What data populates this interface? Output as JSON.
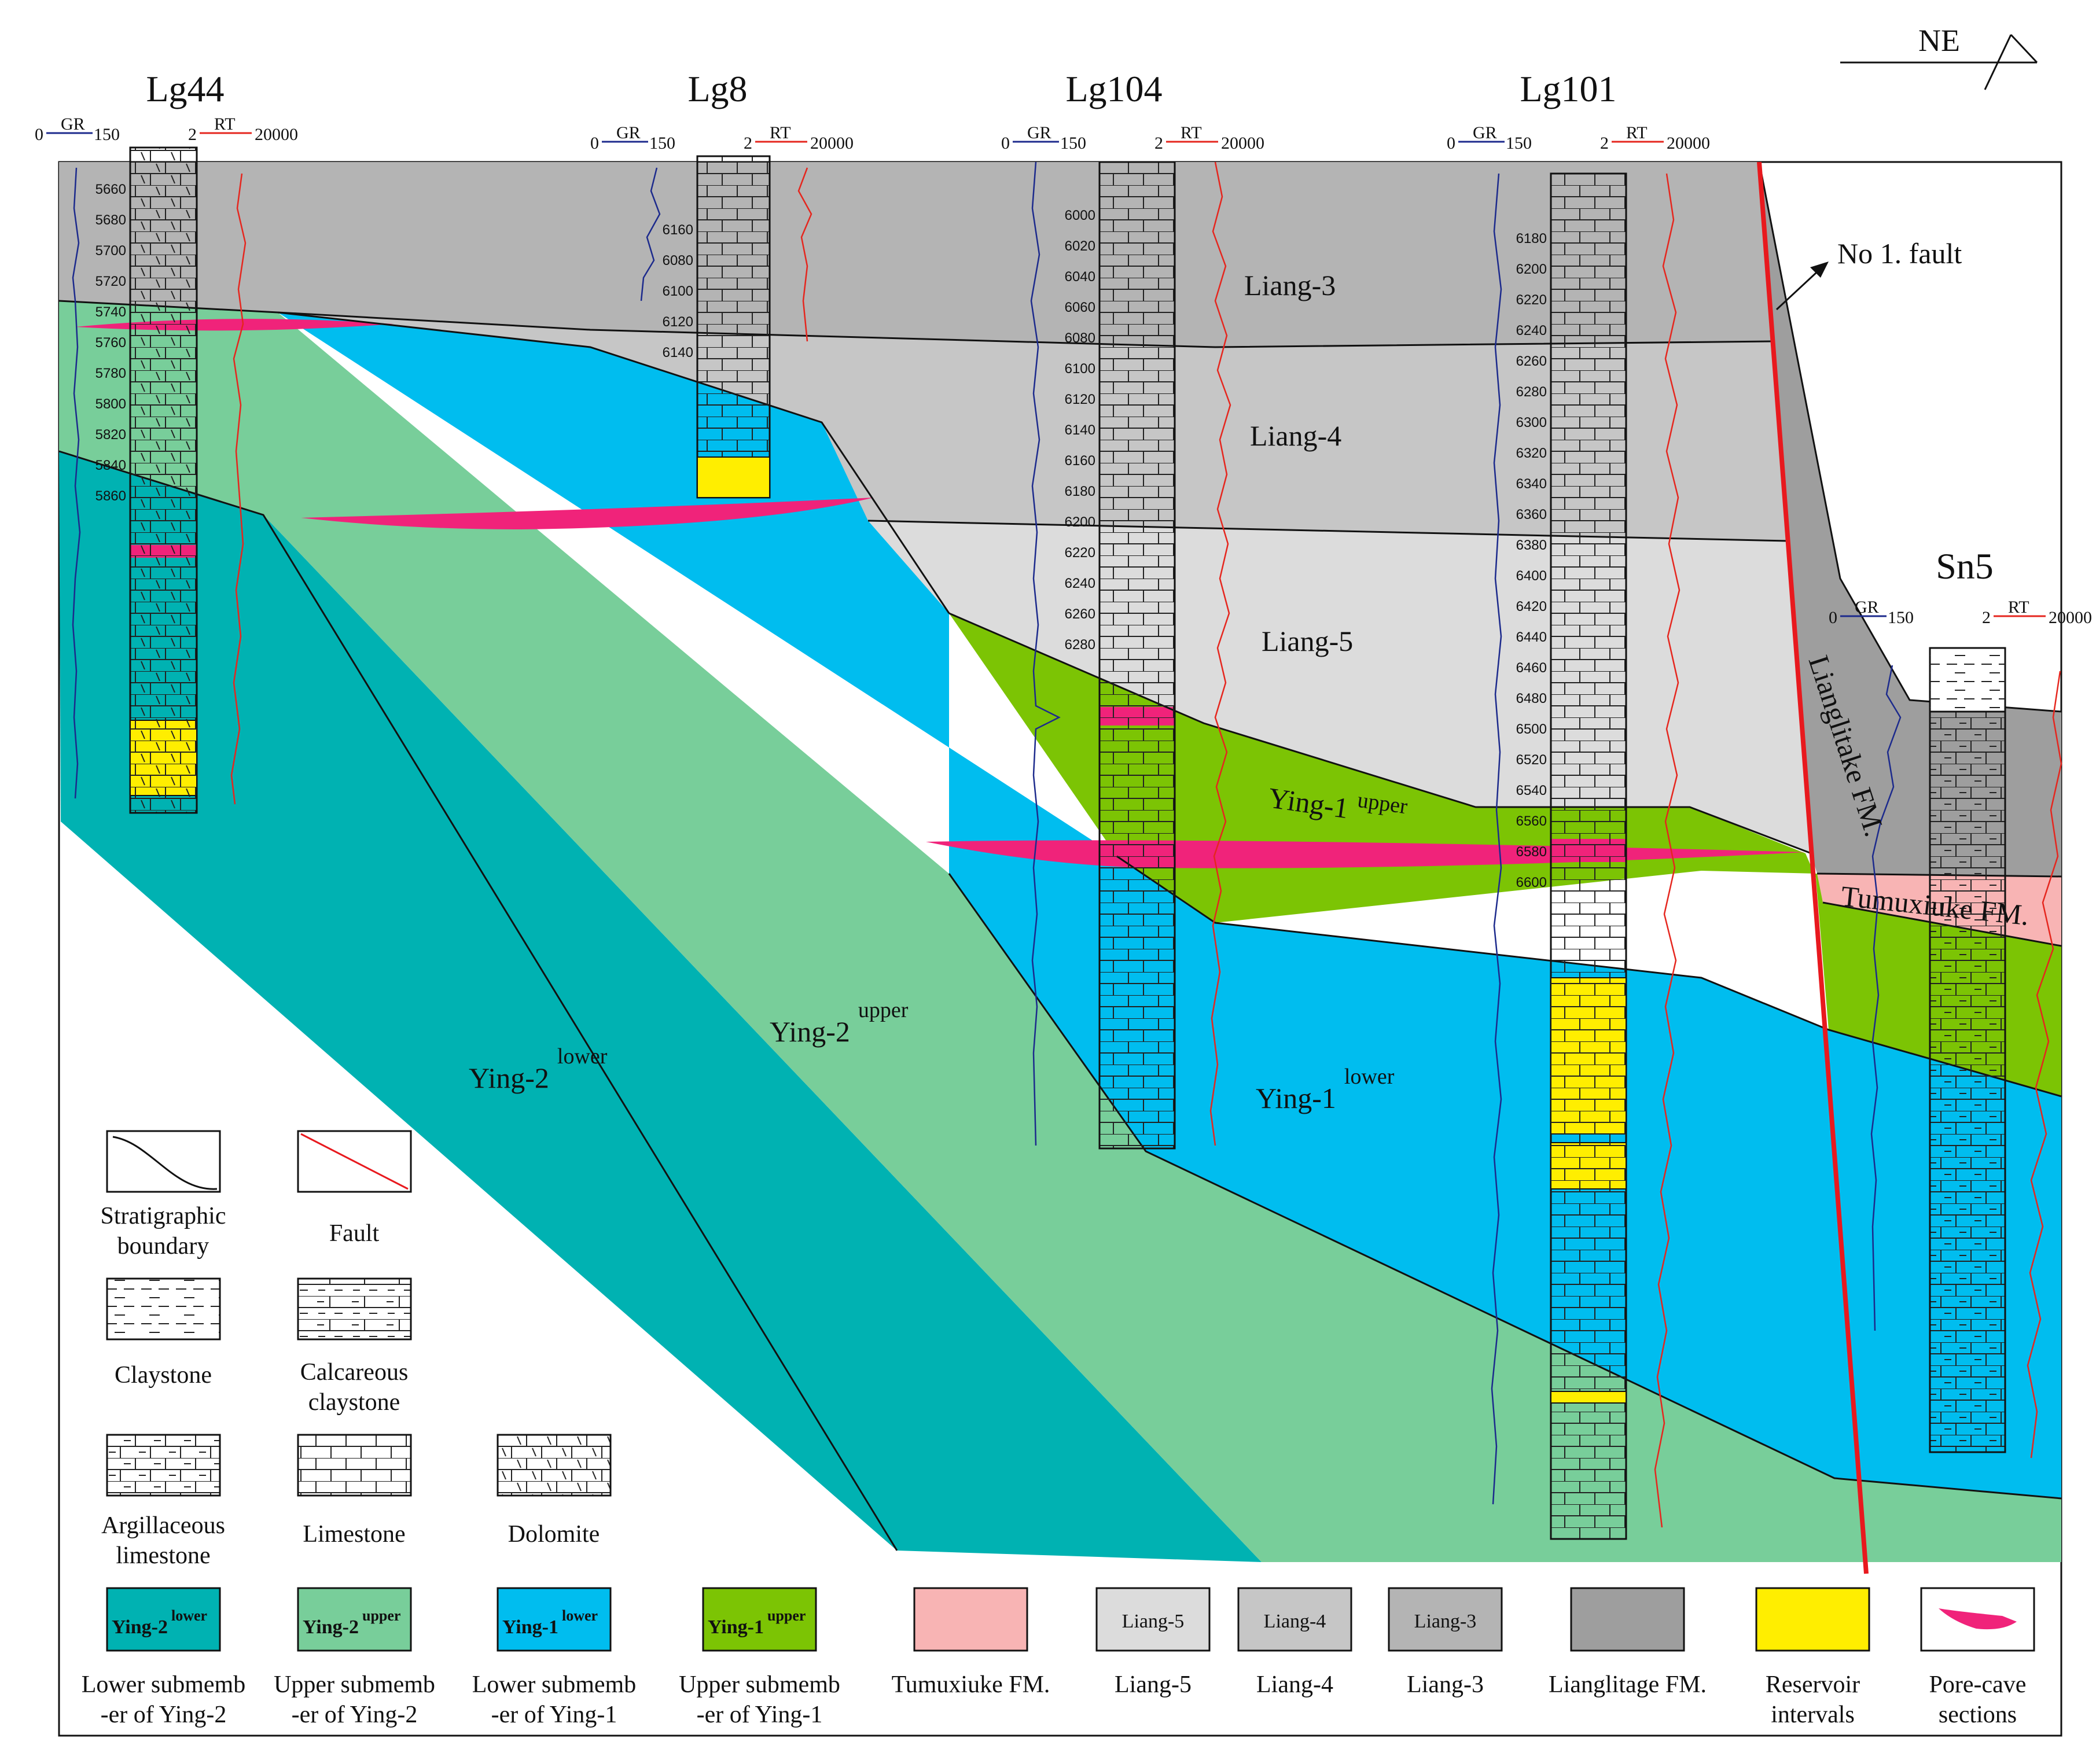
{
  "colors": {
    "ying2_lower": "#00B2B2",
    "ying2_upper": "#78CE9A",
    "ying1_lower": "#00BDEF",
    "ying1_upper": "#7CC404",
    "tumuxiuke": "#F8B4B4",
    "liang5": "#DCDCDC",
    "liang4": "#C6C6C6",
    "liang3": "#B4B4B4",
    "lianglitage": "#9E9E9E",
    "reservoir": "#FFEE00",
    "porecave": "#F0237A",
    "fault": "#E8191E",
    "gr_curve": "#1C2A8C",
    "rt_curve": "#E5261E"
  },
  "compass": {
    "label": "NE"
  },
  "fault_label": "No 1. fault",
  "log_scale": {
    "gr_name": "GR",
    "gr_min": "0",
    "gr_max": "150",
    "rt_name": "RT",
    "rt_min": "2",
    "rt_max": "20000"
  },
  "wells": [
    {
      "name": "Lg44",
      "depths": [
        "5660",
        "5680",
        "5700",
        "5720",
        "5740",
        "5760",
        "5780",
        "5800",
        "5820",
        "5840",
        "5860"
      ]
    },
    {
      "name": "Lg8",
      "depths": [
        "6160",
        "6080",
        "6100",
        "6120",
        "6140"
      ]
    },
    {
      "name": "Lg104",
      "depths": [
        "6000",
        "6020",
        "6040",
        "6060",
        "6080",
        "6100",
        "6120",
        "6140",
        "6160",
        "6180",
        "6200",
        "6220",
        "6240",
        "6260",
        "6280"
      ]
    },
    {
      "name": "Lg101",
      "depths": [
        "6180",
        "6200",
        "6220",
        "6240",
        "6260",
        "6280",
        "6300",
        "6320",
        "6340",
        "6360",
        "6380",
        "6400",
        "6420",
        "6440",
        "6460",
        "6480",
        "6500",
        "6520",
        "6540",
        "6560",
        "6580",
        "6600"
      ]
    },
    {
      "name": "Sn5",
      "depths": []
    }
  ],
  "unit_labels": {
    "liang3": "Liang-3",
    "liang4": "Liang-4",
    "liang5": "Liang-5",
    "ying1_upper": {
      "base": "Ying-1",
      "sup": "upper"
    },
    "ying1_lower": {
      "base": "Ying-1",
      "sup": "lower"
    },
    "ying2_upper": {
      "base": "Ying-2",
      "sup": "upper"
    },
    "ying2_lower": {
      "base": "Ying-2",
      "sup": "lower"
    },
    "lianglitake": "Lianglitake FM.",
    "tumuxiuke": "Tumuxiuke FM."
  },
  "legend": {
    "row1": [
      {
        "l1": "Stratigraphic",
        "l2": "boundary"
      },
      {
        "l1": "Fault",
        "l2": ""
      }
    ],
    "row2": [
      {
        "l1": "Claystone",
        "l2": ""
      },
      {
        "l1": "Calcareous",
        "l2": "claystone"
      }
    ],
    "row3": [
      {
        "l1": "Argillaceous",
        "l2": "limestone"
      },
      {
        "l1": "Limestone",
        "l2": ""
      },
      {
        "l1": "Dolomite",
        "l2": ""
      }
    ],
    "bottom": [
      {
        "inner": "Ying-2",
        "sup": "lower",
        "l1": "Lower submemb",
        "l2": "-er of  Ying-2"
      },
      {
        "inner": "Ying-2",
        "sup": "upper",
        "l1": "Upper submemb",
        "l2": "-er of  Ying-2"
      },
      {
        "inner": "Ying-1",
        "sup": "lower",
        "l1": "Lower submemb",
        "l2": "-er of  Ying-1"
      },
      {
        "inner": "Ying-1",
        "sup": "upper",
        "l1": "Upper submemb",
        "l2": "-er of  Ying-1"
      },
      {
        "inner": "",
        "sup": "",
        "l1": "Tumuxiuke FM.",
        "l2": ""
      },
      {
        "inner": "Liang-5",
        "sup": "",
        "l1": "Liang-5",
        "l2": ""
      },
      {
        "inner": "Liang-4",
        "sup": "",
        "l1": "Liang-4",
        "l2": ""
      },
      {
        "inner": "Liang-3",
        "sup": "",
        "l1": "Liang-3",
        "l2": ""
      },
      {
        "inner": "",
        "sup": "",
        "l1": "Lianglitage FM.",
        "l2": ""
      },
      {
        "inner": "",
        "sup": "",
        "l1": "Reservoir",
        "l2": "intervals"
      },
      {
        "inner": "",
        "sup": "",
        "l1": "Pore-cave",
        "l2": "sections"
      }
    ]
  }
}
